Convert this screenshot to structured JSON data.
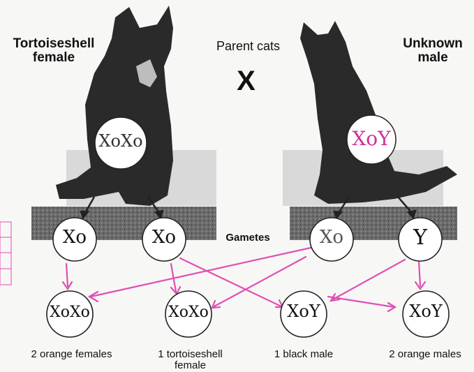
{
  "header": {
    "left_parent_label": "Tortoiseshell female",
    "center_label": "Parent cats",
    "cross_symbol": "X",
    "right_parent_label": "Unknown male"
  },
  "genotypes": {
    "female_parent": "XoXo",
    "male_parent": "XoY",
    "gamete_1": "Xo",
    "gamete_2": "Xo",
    "gamete_3": "Xo",
    "gamete_4": "Y",
    "offspring_1": "XoXo",
    "offspring_2": "XoXo",
    "offspring_3": "XoY",
    "offspring_4": "XoY"
  },
  "gametes_label": "Gametes",
  "offspring": [
    {
      "label": "2 orange females"
    },
    {
      "label": "1 tortoiseshell female"
    },
    {
      "label": "1 black male"
    },
    {
      "label": "2 orange males"
    }
  ],
  "colors": {
    "ink": "#222222",
    "pink": "#e04fb4",
    "cat_dark": "#2a2a2a",
    "shelf": "#5a5a5a"
  }
}
